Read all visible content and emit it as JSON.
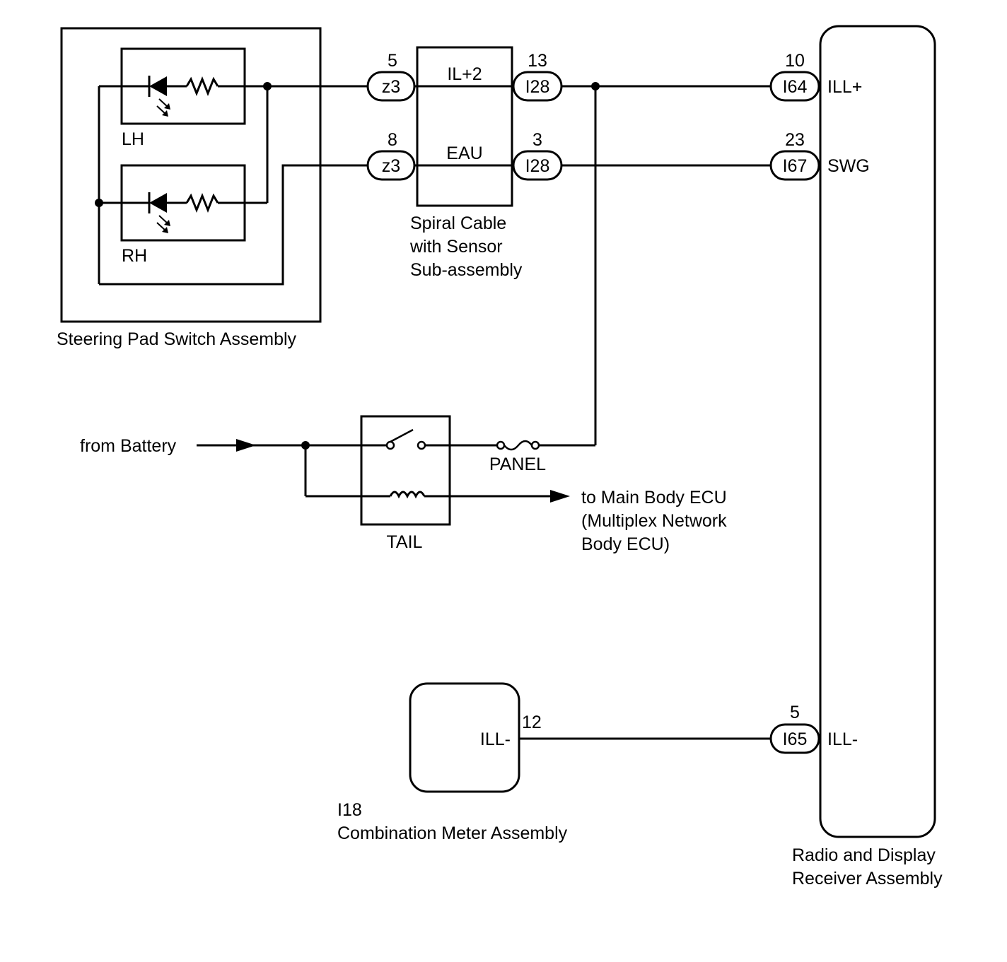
{
  "components": {
    "steering_pad": {
      "label": "Steering Pad Switch Assembly",
      "lh_label": "LH",
      "rh_label": "RH"
    },
    "spiral_cable": {
      "line1": "Spiral Cable",
      "line2": "with Sensor",
      "line3": "Sub-assembly",
      "signal_top": "IL+2",
      "signal_bottom": "EAU"
    },
    "radio": {
      "line1": "Radio and Display",
      "line2": "Receiver Assembly",
      "pin_ill_plus": "ILL+",
      "pin_swg": "SWG",
      "pin_ill_minus": "ILL-"
    },
    "combination_meter": {
      "code": "I18",
      "label": "Combination Meter Assembly",
      "pin_label": "ILL-",
      "pin_number": "12"
    },
    "relay": {
      "label": "TAIL"
    },
    "fuse": {
      "label": "PANEL"
    },
    "battery": {
      "label": "from Battery"
    },
    "main_body_ecu": {
      "line1": "to Main Body ECU",
      "line2": "(Multiplex Network",
      "line3": "Body ECU)"
    }
  },
  "connectors": {
    "z3_top": {
      "code": "z3",
      "pin": "5"
    },
    "z3_bottom": {
      "code": "z3",
      "pin": "8"
    },
    "i28_top": {
      "code": "I28",
      "pin": "13"
    },
    "i28_bottom": {
      "code": "I28",
      "pin": "3"
    },
    "i64": {
      "code": "I64",
      "pin": "10"
    },
    "i67": {
      "code": "I67",
      "pin": "23"
    },
    "i65": {
      "code": "I65",
      "pin": "5"
    }
  }
}
